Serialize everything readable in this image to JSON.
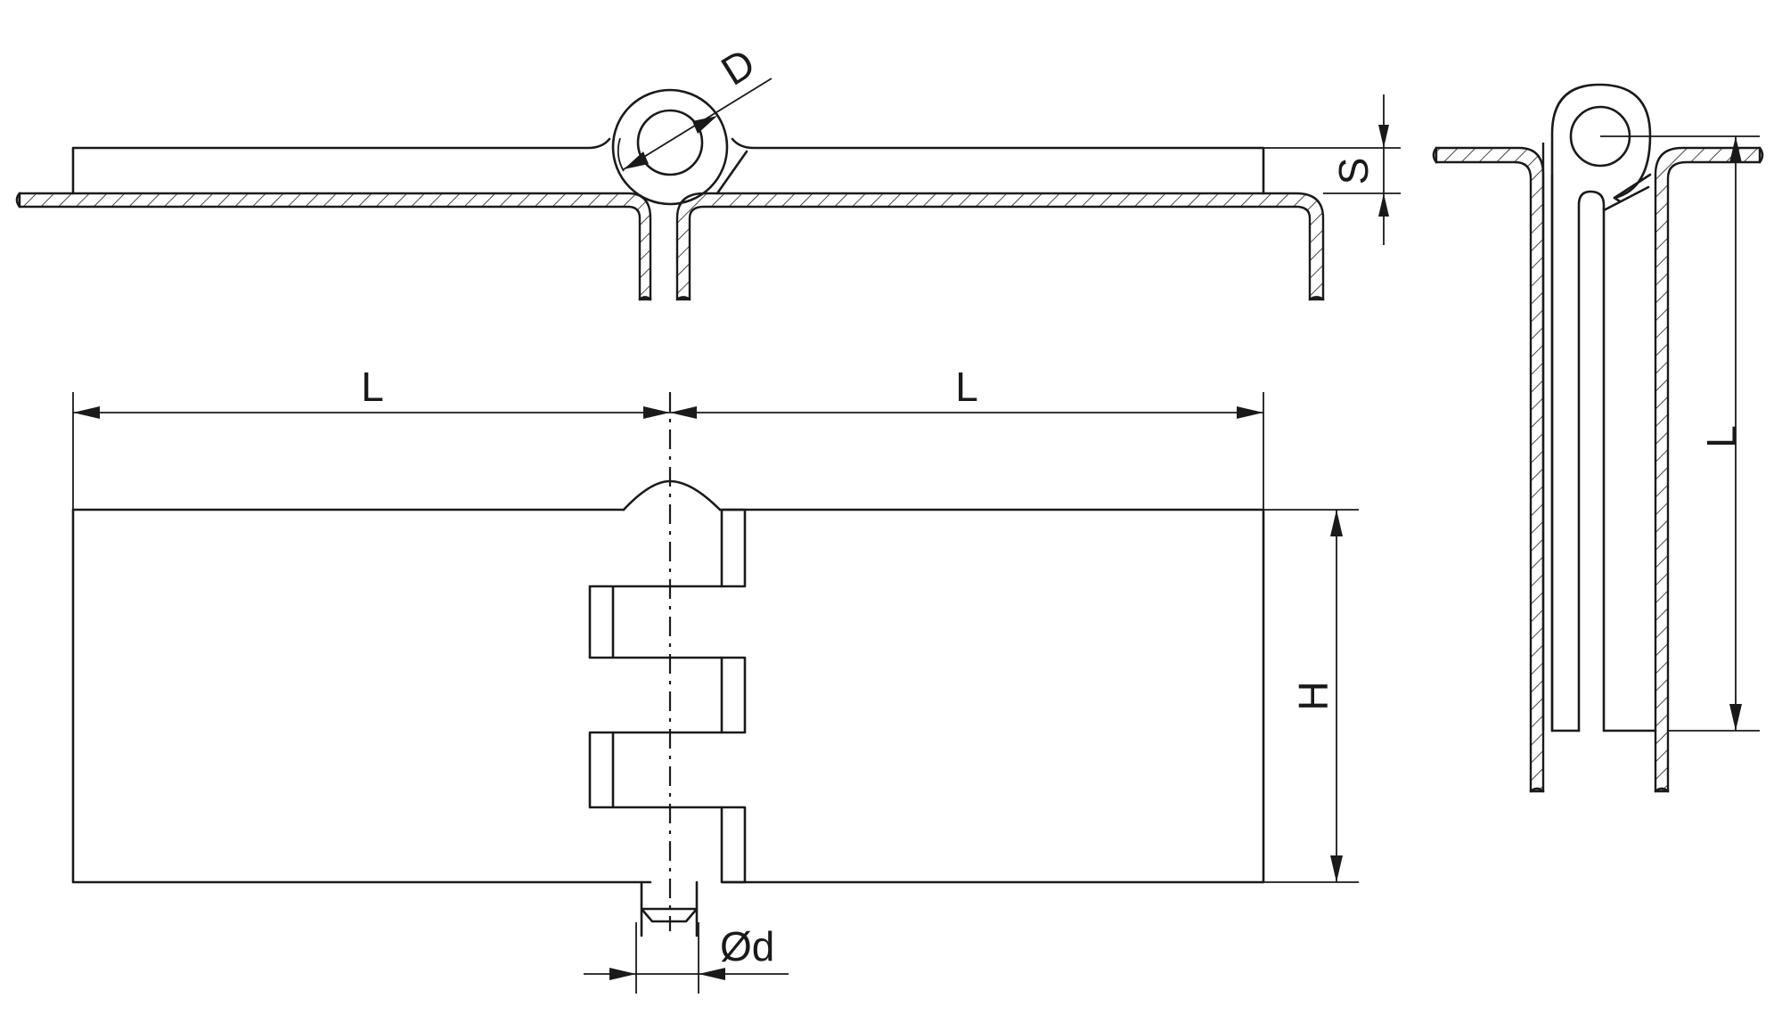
{
  "labels": {
    "pin_outer_diameter": "D",
    "leaf_thickness": "S",
    "leaf_length_left": "L",
    "leaf_length_right": "L",
    "height": "H",
    "pin_diameter": "Ød",
    "side_leaf_length": "L"
  }
}
